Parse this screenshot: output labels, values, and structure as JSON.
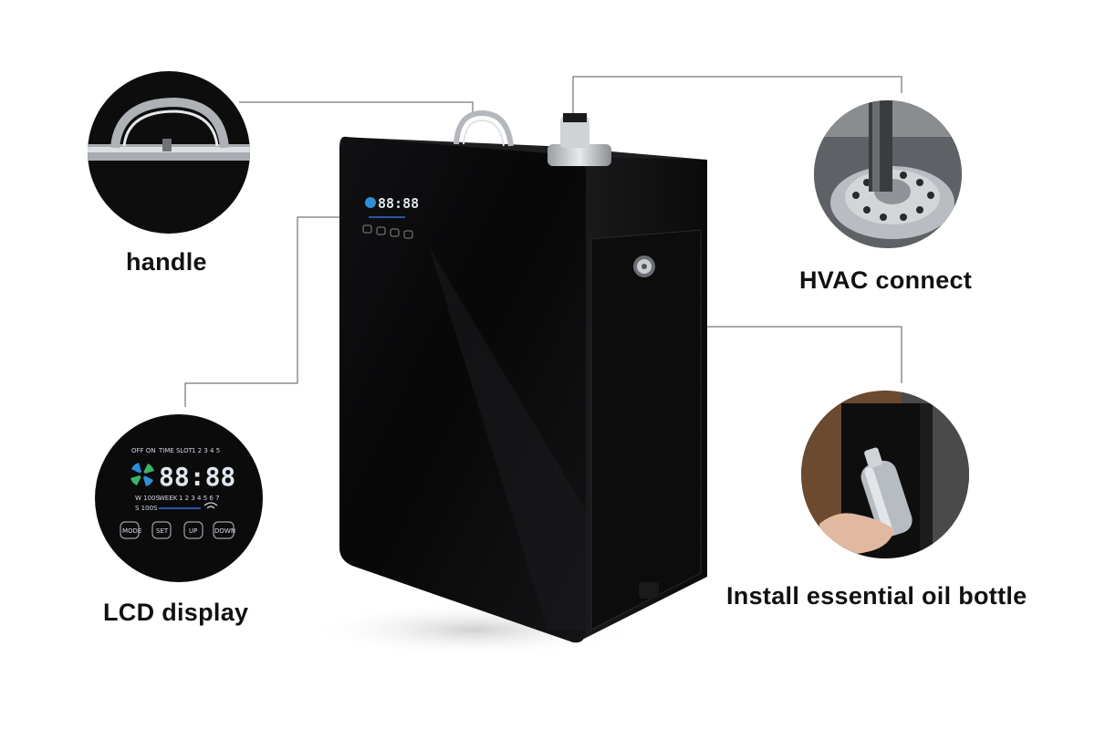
{
  "callouts": {
    "handle": "handle",
    "hvac": "HVAC connect",
    "lcd": "LCD display",
    "oil": "Install essential oil bottle"
  },
  "lcd": {
    "top_left": "OFF  ON",
    "time_slot": "TIME SLOT",
    "slots": "1 2 3 4 5",
    "clock": "88:88",
    "work": "W 100S",
    "week": "WEEK",
    "days": "1 2 3 4 5 6 7",
    "stop": "S 100S",
    "buttons": [
      "MODE",
      "SET",
      "UP",
      "DOWN"
    ]
  },
  "colors": {
    "device_body": "#0b0b0c",
    "fan_blue": "#2f8fd6",
    "fan_green": "#3bb36a",
    "accent_line": "#2f6fd6"
  }
}
